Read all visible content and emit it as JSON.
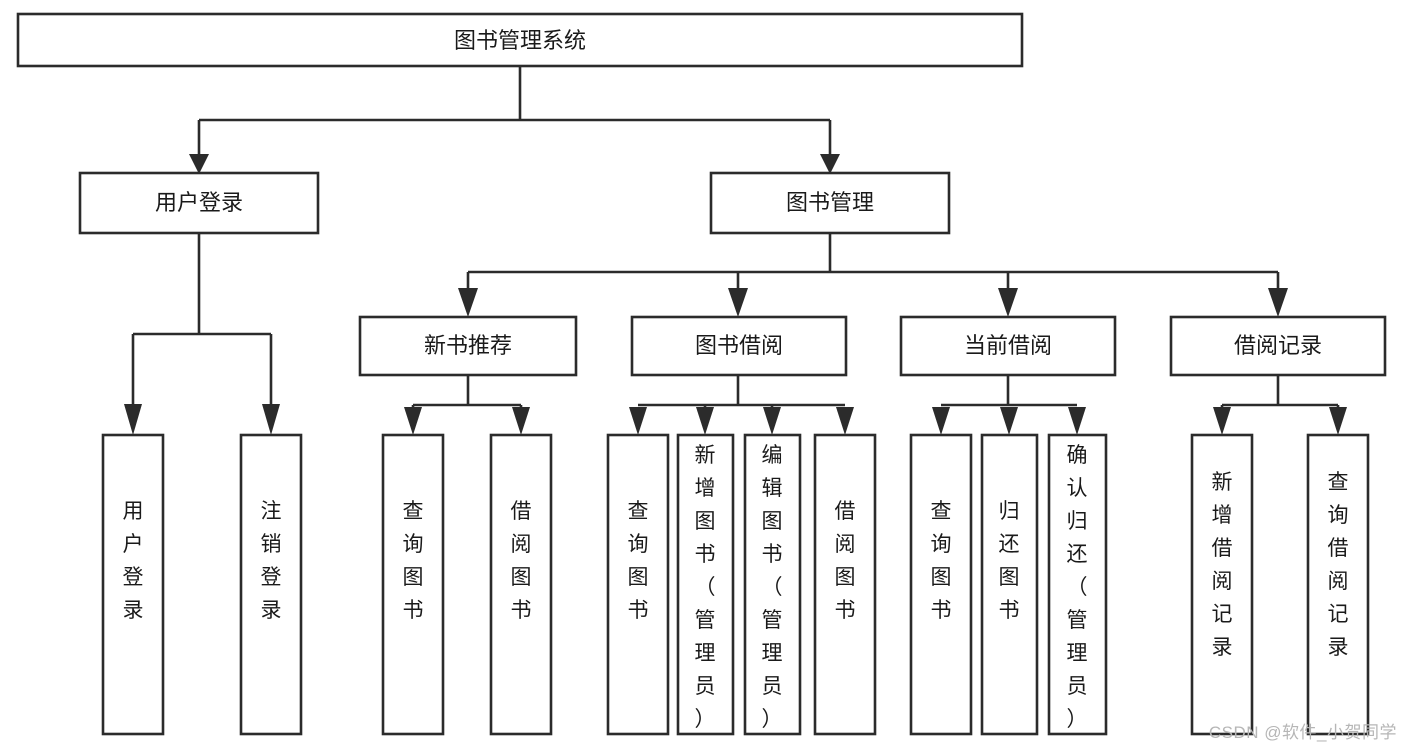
{
  "diagram": {
    "title": "图书管理系统",
    "type": "tree-hierarchy",
    "background_color": "#ffffff",
    "line_color": "#2b2b2b",
    "text_color": "#1a1a1a"
  },
  "watermark": {
    "text": "CSDN @软件_小贺同学",
    "color": "#b6b6b6"
  },
  "nodes": {
    "root": {
      "label": "图书管理系统"
    },
    "level2": [
      {
        "id": "user-login",
        "label": "用户登录"
      },
      {
        "id": "book-management",
        "label": "图书管理"
      }
    ],
    "level3": [
      {
        "id": "new-book-recommend",
        "label": "新书推荐"
      },
      {
        "id": "book-borrow",
        "label": "图书借阅"
      },
      {
        "id": "current-borrow",
        "label": "当前借阅"
      },
      {
        "id": "borrow-record",
        "label": "借阅记录"
      }
    ],
    "leaves": [
      {
        "id": "leaf-user-login",
        "label": "用户登录",
        "parent": "user-login"
      },
      {
        "id": "leaf-logout-login",
        "label": "注销登录",
        "parent": "user-login"
      },
      {
        "id": "leaf-query-book-1",
        "label": "查询图书",
        "parent": "new-book-recommend"
      },
      {
        "id": "leaf-borrow-book-1",
        "label": "借阅图书",
        "parent": "new-book-recommend"
      },
      {
        "id": "leaf-query-book-2",
        "label": "查询图书",
        "parent": "book-borrow"
      },
      {
        "id": "leaf-add-book-admin",
        "label": "新增图书（管理员）",
        "parent": "book-borrow"
      },
      {
        "id": "leaf-edit-book-admin",
        "label": "编辑图书（管理员）",
        "parent": "book-borrow"
      },
      {
        "id": "leaf-borrow-book-2",
        "label": "借阅图书",
        "parent": "book-borrow"
      },
      {
        "id": "leaf-query-book-3",
        "label": "查询图书",
        "parent": "current-borrow"
      },
      {
        "id": "leaf-return-book",
        "label": "归还图书",
        "parent": "current-borrow"
      },
      {
        "id": "leaf-confirm-return-admin",
        "label": "确认归还（管理员）",
        "parent": "current-borrow"
      },
      {
        "id": "leaf-add-borrow-record",
        "label": "新增借阅记录",
        "parent": "borrow-record"
      },
      {
        "id": "leaf-query-borrow-record",
        "label": "查询借阅记录",
        "parent": "borrow-record"
      }
    ]
  }
}
